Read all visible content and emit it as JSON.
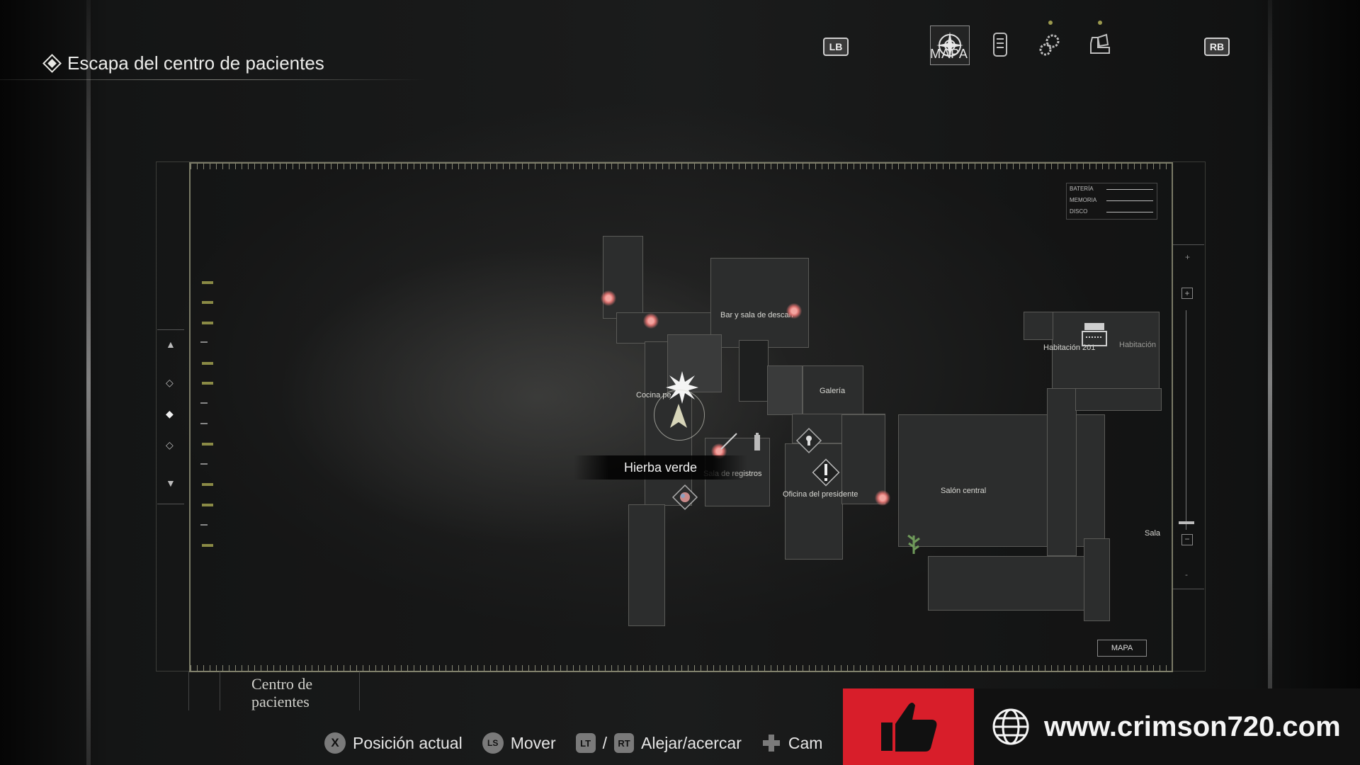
{
  "objective": {
    "text": "Escapa del centro de pacientes"
  },
  "tabs": {
    "left_bumper": "LB",
    "right_bumper": "RB",
    "active_label": "MAPA",
    "items": [
      {
        "icon": "compass-map-icon"
      },
      {
        "icon": "files-icon"
      },
      {
        "icon": "gears-icon"
      },
      {
        "icon": "inventory-box-icon"
      }
    ]
  },
  "map": {
    "status_rows": [
      "BATERÍA",
      "MEMORIA",
      "DISCO"
    ],
    "badge": "MAPA",
    "rooms": {
      "bar": "Bar y sala de descan",
      "cocina": "Cocina pe",
      "galeria": "Galería",
      "habitacion_201": "Habitación 201",
      "habitacion_2": "Habitación",
      "registros": "Sala de registros",
      "oficina": "Oficina del presidente",
      "salon": "Salón central",
      "sala": "Sala"
    },
    "tooltip": "Hierba verde"
  },
  "area_name": {
    "line1": "Centro de",
    "line2": "pacientes"
  },
  "controls": {
    "posicion_btn": "X",
    "posicion_label": "Posición actual",
    "mover_btn": "LS",
    "mover_label": "Mover",
    "lt": "LT",
    "slash": "/",
    "rt": "RT",
    "zoom_label": "Alejar/acercar",
    "cam_label": "Cam"
  },
  "promo": {
    "url": "www.crimson720.com"
  },
  "colors": {
    "accent_red": "#d81e2a",
    "frame": "#cdcdaa",
    "herb_red": "#d9706e"
  }
}
